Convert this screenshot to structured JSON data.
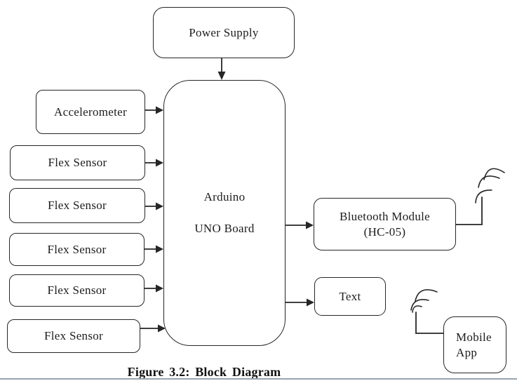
{
  "figure": {
    "caption": "Figure 3.2: Block Diagram"
  },
  "nodes": {
    "power_supply": {
      "label": "Power Supply"
    },
    "accelerometer": {
      "label": "Accelerometer"
    },
    "flex_sensor_1": {
      "label": "Flex Sensor"
    },
    "flex_sensor_2": {
      "label": "Flex Sensor"
    },
    "flex_sensor_3": {
      "label": "Flex Sensor"
    },
    "flex_sensor_4": {
      "label": "Flex Sensor"
    },
    "flex_sensor_5": {
      "label": "Flex Sensor"
    },
    "arduino": {
      "line1": "Arduino",
      "line2": "UNO Board"
    },
    "bluetooth": {
      "line1": "Bluetooth Module",
      "line2": "(HC-05)"
    },
    "text_output": {
      "label": "Text"
    },
    "mobile_app": {
      "line1": "Mobile",
      "line2": "App"
    }
  },
  "icons": {
    "bluetooth_antenna": "radio-antenna-with-waves",
    "mobile_app_antenna": "radio-antenna-with-waves"
  },
  "colors": {
    "stroke": "#262626",
    "box_fill": "#ffffff",
    "background": "#ffffff",
    "bottom_rule": "#9aa3ab"
  }
}
